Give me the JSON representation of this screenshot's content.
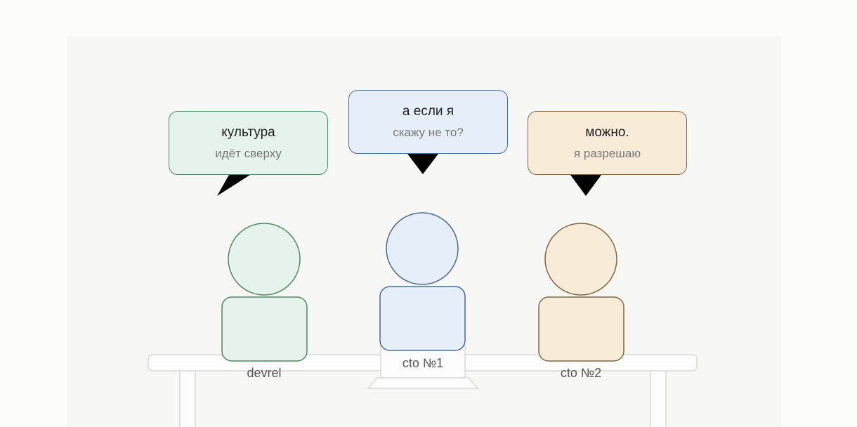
{
  "colors": {
    "devrel": {
      "fill": "#e6f3ec",
      "stroke": "#4f8a62"
    },
    "cto1": {
      "fill": "#e6eef9",
      "stroke": "#4a6a95"
    },
    "cto2": {
      "fill": "#f8ebd7",
      "stroke": "#85663f"
    },
    "table_fill": "#fdfdfd",
    "table_stroke": "#d9d9d9",
    "tail": "#000000"
  },
  "characters": [
    {
      "id": "devrel",
      "label": "devrel",
      "bubble": {
        "line1": "культура",
        "line2": "идёт сверху"
      }
    },
    {
      "id": "cto1",
      "label": "cto №1",
      "bubble": {
        "line1": "а если я",
        "line2": "скажу не то?"
      }
    },
    {
      "id": "cto2",
      "label": "cto №2",
      "bubble": {
        "line1": "можно.",
        "line2": "я разрешаю"
      }
    }
  ]
}
